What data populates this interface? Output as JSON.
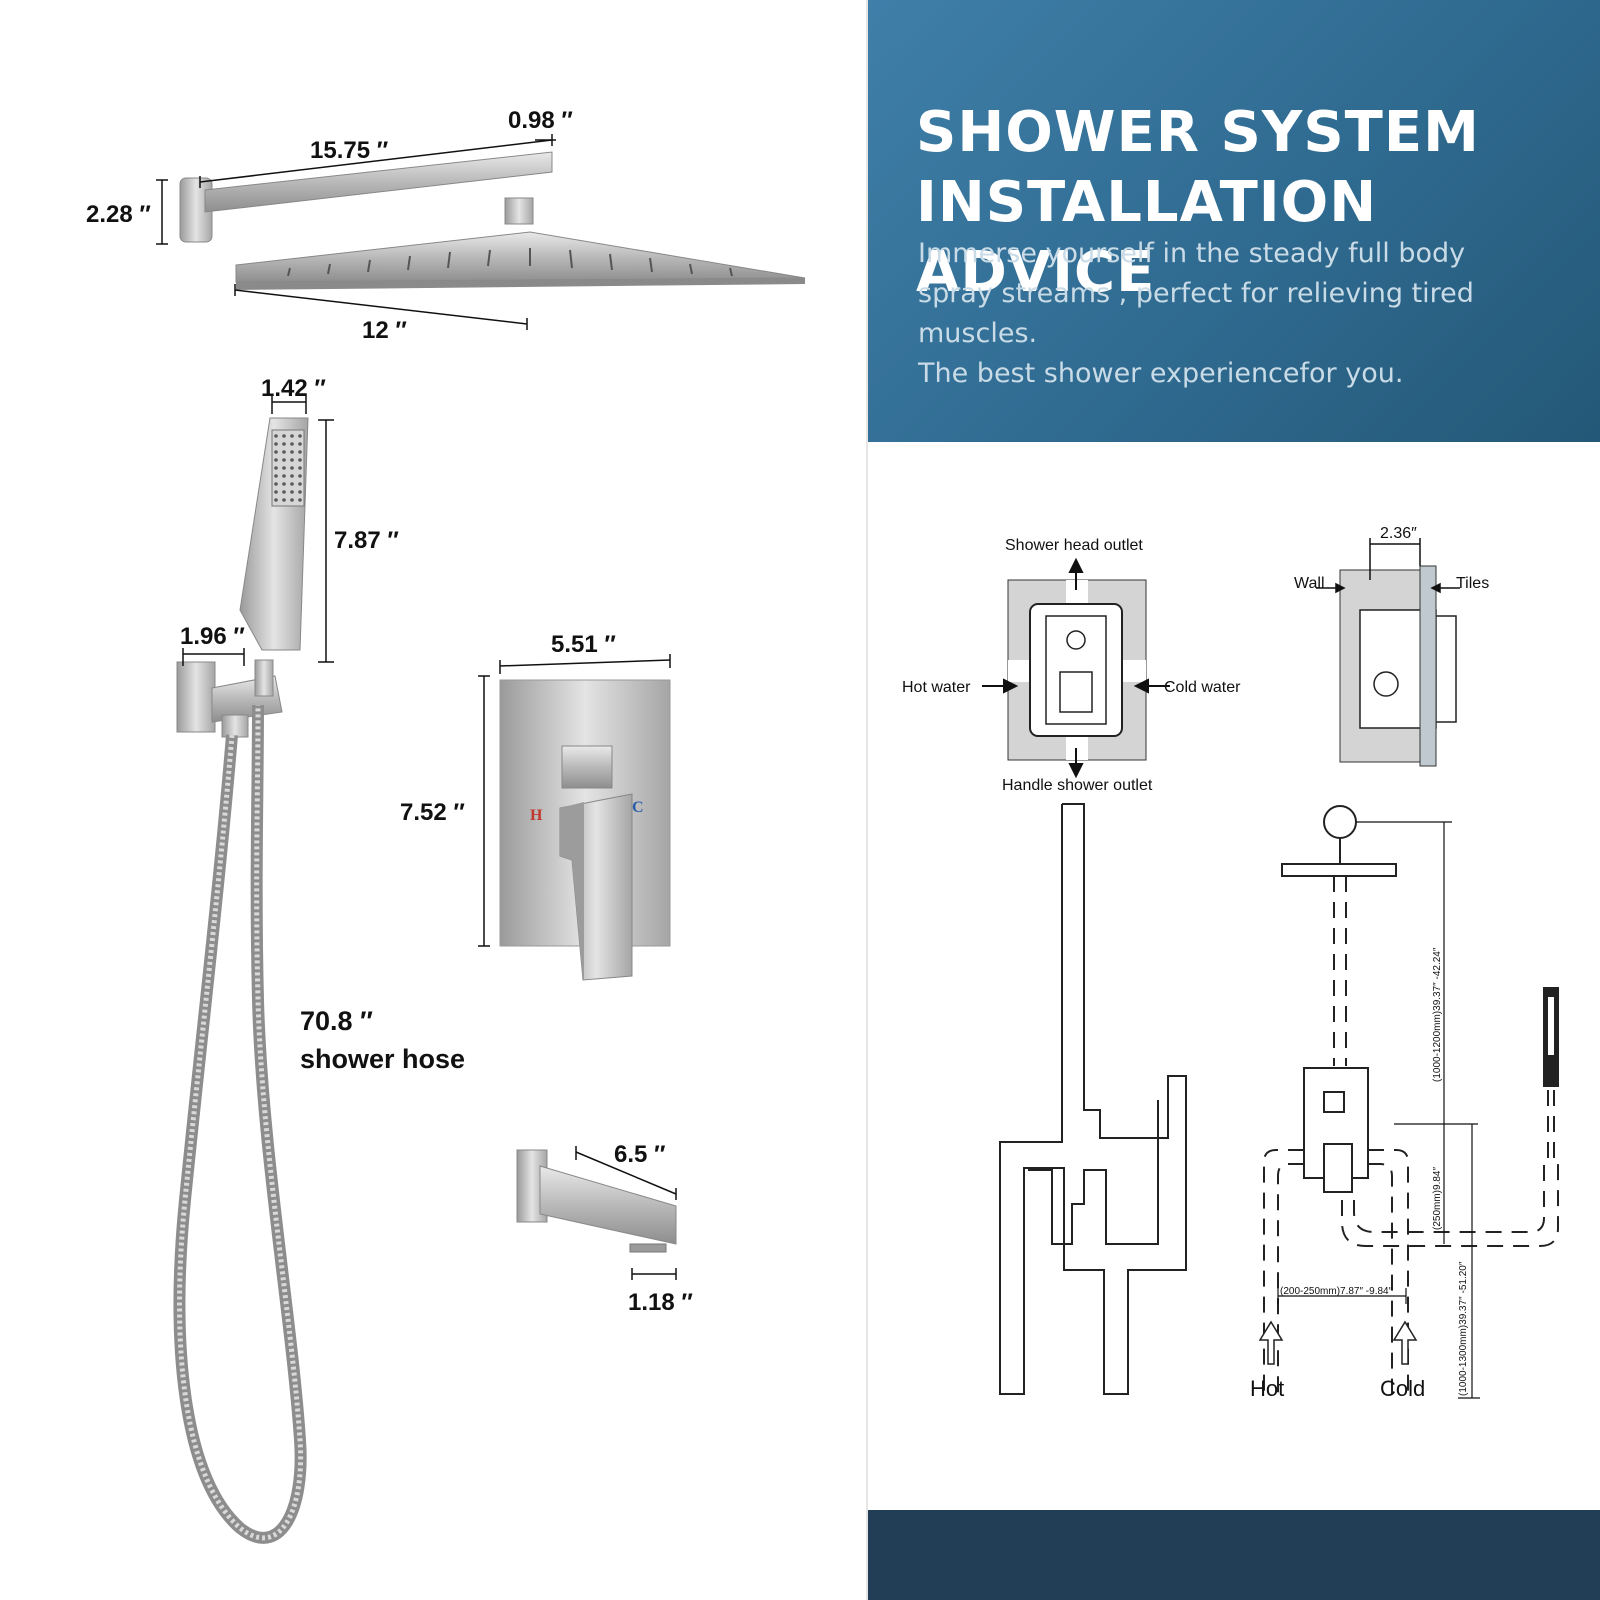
{
  "heading": {
    "line1": "SHOWER SYSTEM",
    "line2": "INSTALLATION ADVICE",
    "subtitle_lines": [
      "Immerse yourself in the steady full body",
      "spray streams , perfect for relieving tired",
      "muscles.",
      "The best shower experiencefor you."
    ]
  },
  "dimensions": {
    "arm_length": "15.75 ″",
    "arm_width": "0.98 ″",
    "flange_height": "2.28 ″",
    "head_width": "12 ″",
    "handheld_width": "1.42 ″",
    "handheld_length": "7.87 ″",
    "holder_width": "1.96 ″",
    "plate_width": "5.51 ″",
    "plate_height": "7.52 ″",
    "spout_length": "6.5 ″",
    "spout_outlet": "1.18 ″",
    "hose_length": "70.8 ″",
    "hose_label": "shower hose"
  },
  "valve_marks": {
    "hot": "H",
    "cold": "C"
  },
  "install_diagram": {
    "shower_head_outlet": "Shower head outlet",
    "handle_shower_outlet": "Handle shower outlet",
    "hot_water": "Hot water",
    "cold_water": "Cold water",
    "box_depth": "2.36″",
    "wall": "Wall",
    "tiles": "Tiles",
    "height_head": "(1000-1200mm)39.37″ -42.24″",
    "height_valve": "(250mm)9.84″",
    "spacing": "(200-250mm)7.87″ -9.84″",
    "height_total": "(1000-1300mm)39.37″ -51.20″",
    "hot": "Hot",
    "cold": "Cold"
  },
  "colors": {
    "banner_top": "#3f7fa8",
    "banner_bottom": "#245877",
    "footer": "#223e56",
    "hot_mark": "#c0392b",
    "cold_mark": "#2c5ea8"
  }
}
